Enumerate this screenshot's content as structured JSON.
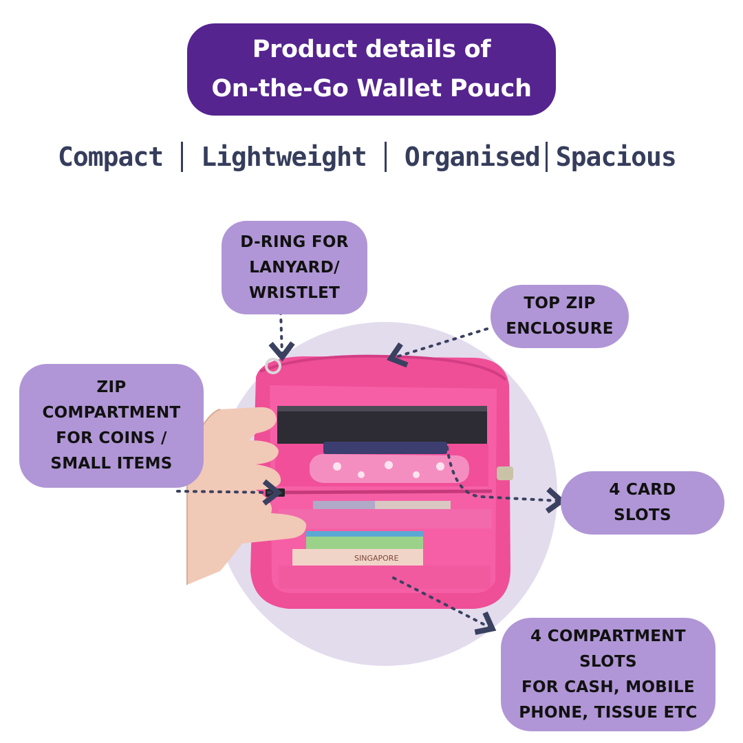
{
  "header": {
    "title_line1": "Product details of",
    "title_line2": "On-the-Go Wallet Pouch"
  },
  "features": [
    "Compact",
    "Lightweight",
    "Organised",
    "Spacious"
  ],
  "callouts": {
    "d_ring": [
      "D-RING FOR",
      "LANYARD/",
      "WRISTLET"
    ],
    "top_zip": [
      "TOP ZIP",
      "ENCLOSURE"
    ],
    "zip_compartment": [
      "ZIP",
      "COMPARTMENT",
      "FOR COINS /",
      "SMALL ITEMS"
    ],
    "card_slots": [
      "4 CARD",
      "SLOTS"
    ],
    "compartment_slots": [
      "4 COMPARTMENT",
      "SLOTS",
      "FOR CASH, MOBILE",
      "PHONE, TISSUE ETC"
    ]
  },
  "colors": {
    "title_bg": "#55248f",
    "tagline_text": "#363d5c",
    "callout_bg": "#b096d6",
    "circle_bg": "#e3dced",
    "pouch_pink": "#f3559f",
    "arrow": "#3a4160"
  },
  "product_image": {
    "note_text": "SINGAPORE"
  }
}
